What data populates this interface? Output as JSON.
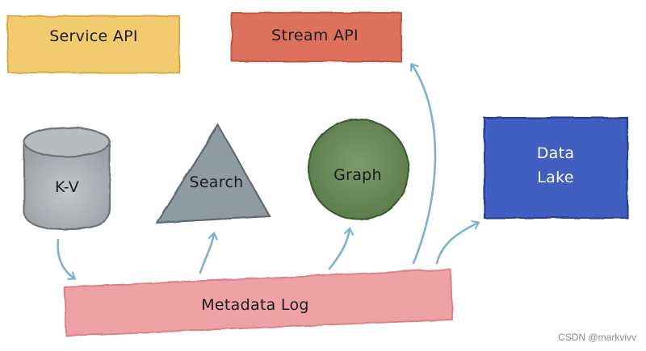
{
  "labels": {
    "service_api": "Service API",
    "stream_api": "Stream API",
    "kv": "K-V",
    "search": "Search",
    "graph": "Graph",
    "data_lake_line1": "Data",
    "data_lake_line2": "Lake",
    "metadata_log": "Metadata Log"
  },
  "watermark": "CSDN @markvivv",
  "colors": {
    "service_api": "#f2c96a",
    "stream_api": "#dd6b55",
    "kv": "#a9acb0",
    "search": "#8e9ba3",
    "graph": "#6b8a5a",
    "data_lake": "#3f5fc0",
    "metadata_log": "#ef9ea2",
    "arrow": "#7fb1c9"
  }
}
